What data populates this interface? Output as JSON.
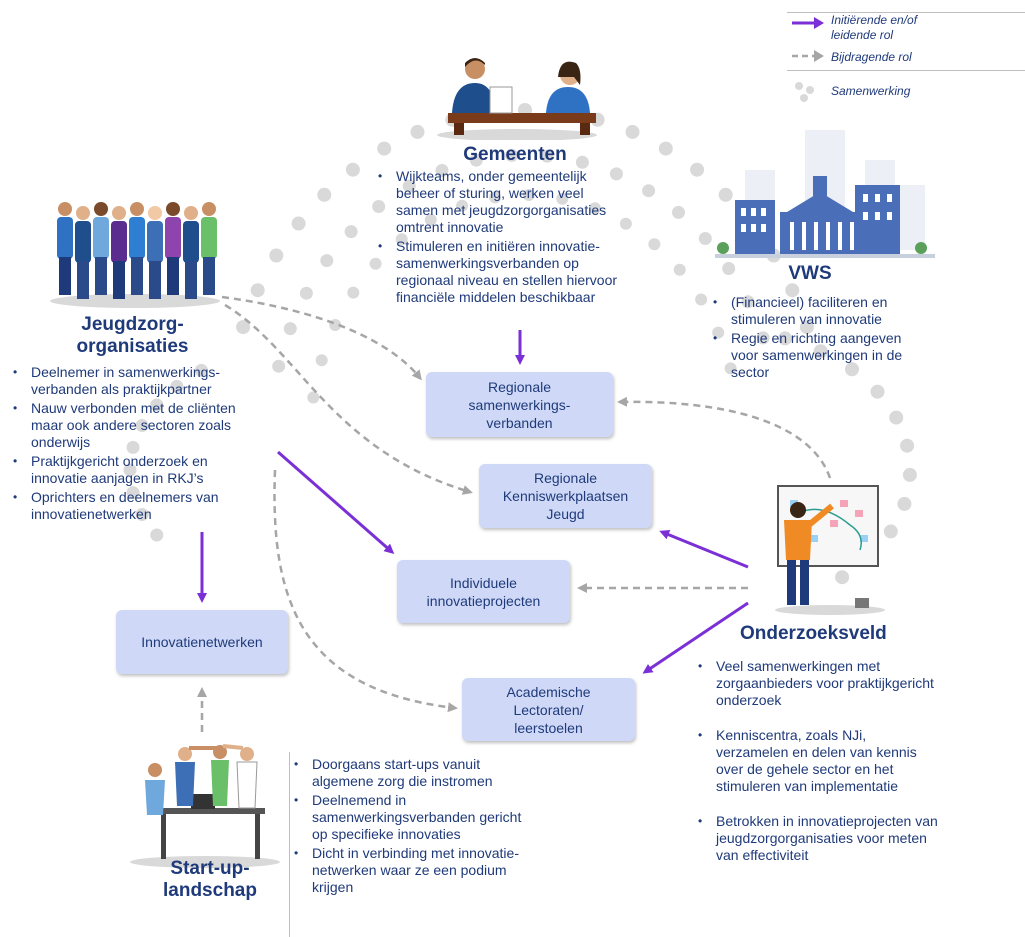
{
  "legend": {
    "initiating": "Initiërende en/of\nleidende rol",
    "contributing": "Bijdragende rol",
    "collaboration": "Samenwerking"
  },
  "gemeenten": {
    "title": "Gemeenten",
    "bullets": [
      "Wijkteams, onder gemeentelijk\nbeheer of sturing, werken veel\nsamen met jeugdzorgorganisaties\nomtrent innovatie",
      "Stimuleren en initiëren innovatie-\nsamenwerkingsverbanden op\nregionaal niveau en stellen hiervoor\nfinanciële middelen beschikbaar"
    ]
  },
  "vws": {
    "title": "VWS",
    "bullets": [
      "(Financieel) faciliteren en\nstimuleren van innovatie",
      "Regie en richting aangeven\nvoor samenwerkingen in de\nsector"
    ]
  },
  "jeugdzorg": {
    "title": "Jeugdzorg-\norganisaties",
    "bullets": [
      "Deelnemer in samenwerkings-\nverbanden als praktijkpartner",
      "Nauw verbonden met de cliënten\nmaar ook andere sectoren zoals\nonderwijs",
      "Praktijkgericht onderzoek en\ninnovatie aanjagen in RKJ’s",
      "Oprichters en deelnemers van\ninnovatienetwerken"
    ]
  },
  "onderzoeksveld": {
    "title": "Onderzoeksveld",
    "bullets": [
      "Veel samenwerkingen met\nzorgaanbieders voor praktijkgericht\nonderzoek",
      "Kenniscentra, zoals NJi,\nverzamelen en delen van kennis\nover de gehele sector en het\nstimuleren van implementatie",
      "Betrokken in innovatieprojecten van\njeugdzorgorganisaties voor meten\nvan effectiviteit"
    ]
  },
  "startup": {
    "title": "Start-up-\nlandschap",
    "bullets": [
      "Doorgaans start-ups vanuit\nalgemene zorg die instromen",
      "Deelnemend in\nsamenwerkingsverbanden gericht\nop specifieke innovaties",
      "Dicht in verbinding met innovatie-\nnetwerken waar ze een podium\nkrijgen"
    ]
  },
  "boxes": {
    "regionale_samenwerkingsverbanden": "Regionale\nsamenwerkings-\nverbanden",
    "kenniswerkplaatsen": "Regionale\nKenniswerkplaatsen\nJeugd",
    "innovatieprojecten": "Individuele\ninnovatieprojecten",
    "innovatienetwerken": "Innovatienetwerken",
    "academische": "Academische\nLectoraten/\nleerstoelen"
  },
  "colors": {
    "initiating": "#7b2fd6",
    "contributing": "#a6a6a6",
    "box_fill": "#cfd9f7",
    "text": "#1f3a7a",
    "dots": "#d9d9d9"
  }
}
